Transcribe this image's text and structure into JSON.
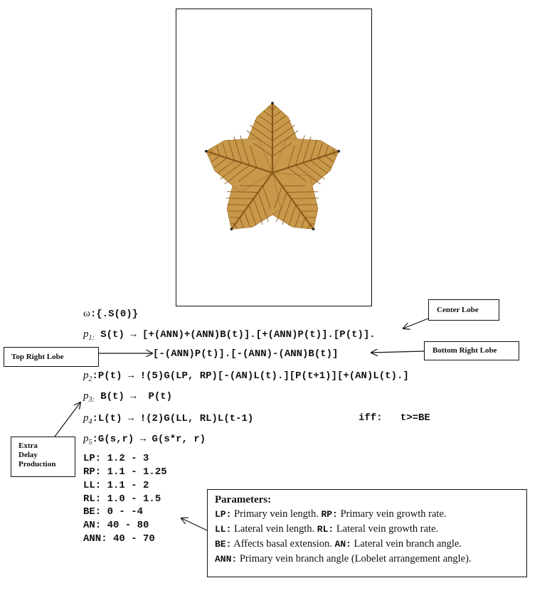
{
  "grammar": {
    "omega_label": "ω",
    "omega_body": ":{.S(0)}",
    "p1_label": "p",
    "p1_sub": "1:",
    "p1_line1": "S(t) → [+(ANN)+(ANN)B(t)].[+(ANN)P(t)].[P(t)].",
    "p1_line2": "[-(ANN)P(t)].[-(ANN)-(ANN)B(t)]",
    "p2_label": "p",
    "p2_sub": "2",
    "p2_body": ":P(t) → !(5)G(LP, RP)[-(AN)L(t).][P(t+1)][+(AN)L(t).]",
    "p3_label": "p",
    "p3_sub": "3:",
    "p3_body": " B(t) →  P(t)",
    "p4_label": "p",
    "p4_sub": "4",
    "p4_body": ":L(t) → !(2)G(LL, RL)L(t-1)",
    "p4_cond": "iff:   t>=BE",
    "p5_label": "p",
    "p5_sub": "5",
    "p5_body": ":G(s,r) → G(s*r, r)"
  },
  "ranges": [
    "LP: 1.2 - 3",
    "RP: 1.1 - 1.25",
    "LL: 1.1 - 2",
    "RL: 1.0 - 1.5",
    "BE: 0 - -4",
    "AN: 40 - 80",
    "ANN: 40 - 70"
  ],
  "callouts": {
    "center_lobe": "Center Lobe",
    "top_right_lobe": "Top Right Lobe",
    "bottom_right_lobe": "Bottom Right Lobe",
    "extra_delay_line1": "Extra",
    "extra_delay_line2": "Delay",
    "extra_delay_line3": "Production"
  },
  "parameters": {
    "title": "Parameters:",
    "lp_key": "LP:",
    "lp_text": " Primary vein length. ",
    "rp_key": "RP:",
    "rp_text": " Primary vein growth rate.",
    "ll_key": "LL:",
    "ll_text": " Lateral vein length.  ",
    "rl_key": "RL:",
    "rl_text": " Lateral vein growth rate.",
    "be_key": "BE:",
    "be_text": " Affects basal extension.  ",
    "an_key": "AN:",
    "an_text": " Lateral vein branch angle.",
    "ann_key": "ANN:",
    "ann_text": " Primary vein branch angle (Lobelet arrangement angle)."
  },
  "colors": {
    "leaf_fill": "#c8994a",
    "leaf_vein": "#8a5a1c",
    "leaf_edge": "#a97a36"
  }
}
